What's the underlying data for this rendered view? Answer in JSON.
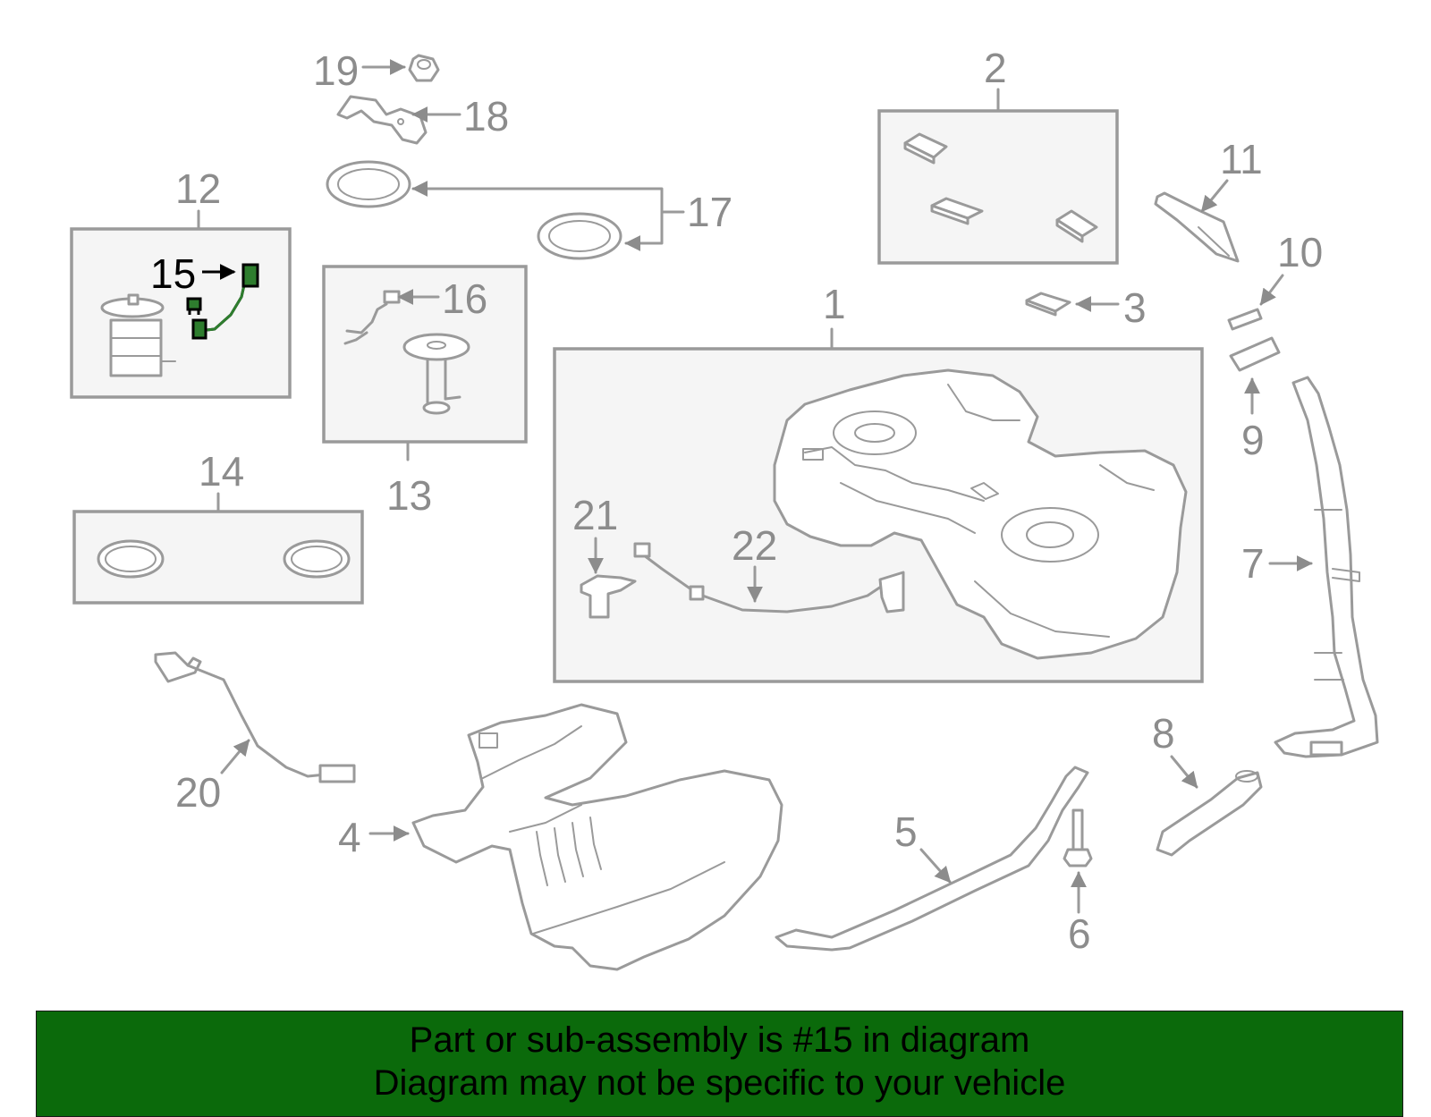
{
  "callouts": {
    "c1": "1",
    "c2": "2",
    "c3": "3",
    "c4": "4",
    "c5": "5",
    "c6": "6",
    "c7": "7",
    "c8": "8",
    "c9": "9",
    "c10": "10",
    "c11": "11",
    "c12": "12",
    "c13": "13",
    "c14": "14",
    "c15": "15",
    "c16": "16",
    "c17": "17",
    "c18": "18",
    "c19": "19",
    "c20": "20",
    "c21": "21",
    "c22": "22"
  },
  "highlight": {
    "part": "15",
    "color": "#2e7d2e"
  },
  "banner": {
    "line1": "Part or sub-assembly is #15 in diagram",
    "line2": "Diagram may not be specific to your vehicle",
    "color": "#0b6a0b"
  }
}
